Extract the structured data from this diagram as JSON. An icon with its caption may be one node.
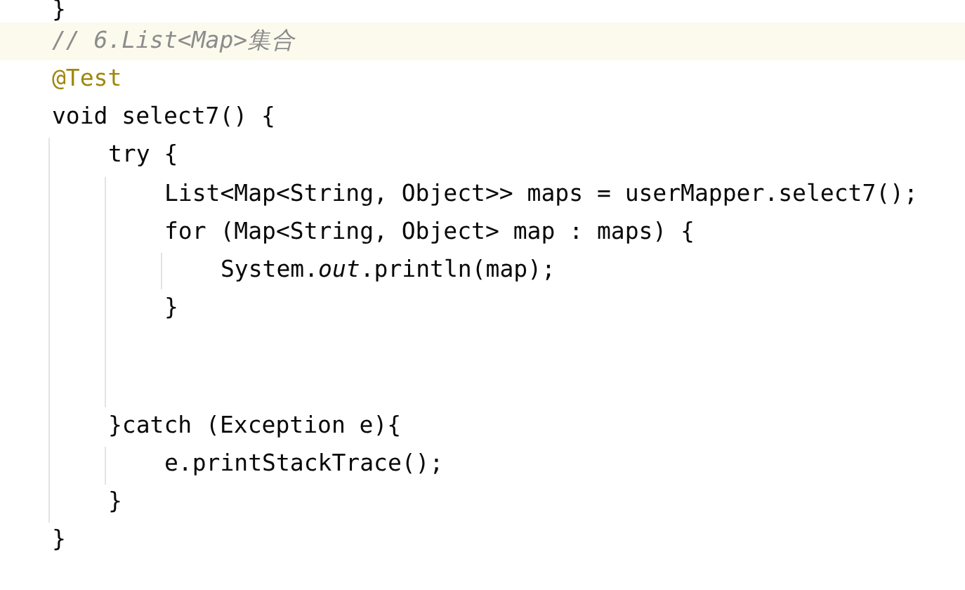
{
  "diagram": {
    "labels": [
      "}",
      "// 6.List<Map>集合",
      "@Test",
      "void select7() {",
      "try {",
      "List<Map<String, Object>> maps = userMapper.select7();",
      "for (Map<String, Object> map : maps) {",
      "System.*out*.println(map);",
      "}",
      "}catch (Exception e){",
      "e.printStackTrace();",
      "}",
      "}"
    ]
  }
}
